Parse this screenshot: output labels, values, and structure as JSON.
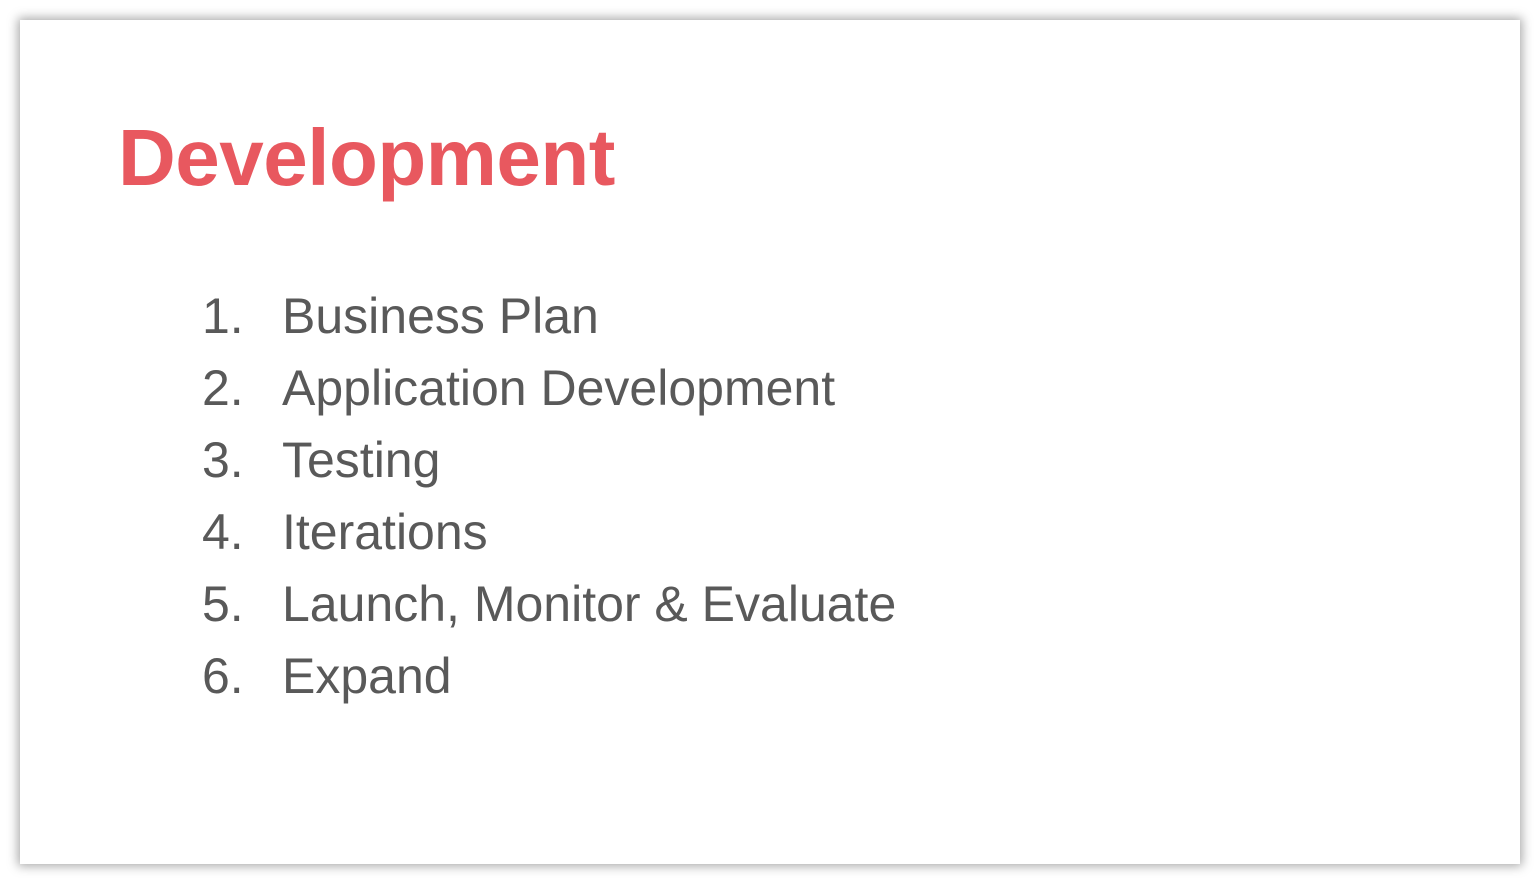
{
  "slide": {
    "title": "Development",
    "items": [
      {
        "number": "1.",
        "text": "Business Plan"
      },
      {
        "number": "2.",
        "text": "Application Development"
      },
      {
        "number": "3.",
        "text": "Testing"
      },
      {
        "number": "4.",
        "text": "Iterations"
      },
      {
        "number": "5.",
        "text": "Launch, Monitor & Evaluate"
      },
      {
        "number": "6.",
        "text": "Expand"
      }
    ]
  },
  "colors": {
    "title": "#e8585f",
    "body_text": "#595959",
    "background": "#ffffff"
  }
}
